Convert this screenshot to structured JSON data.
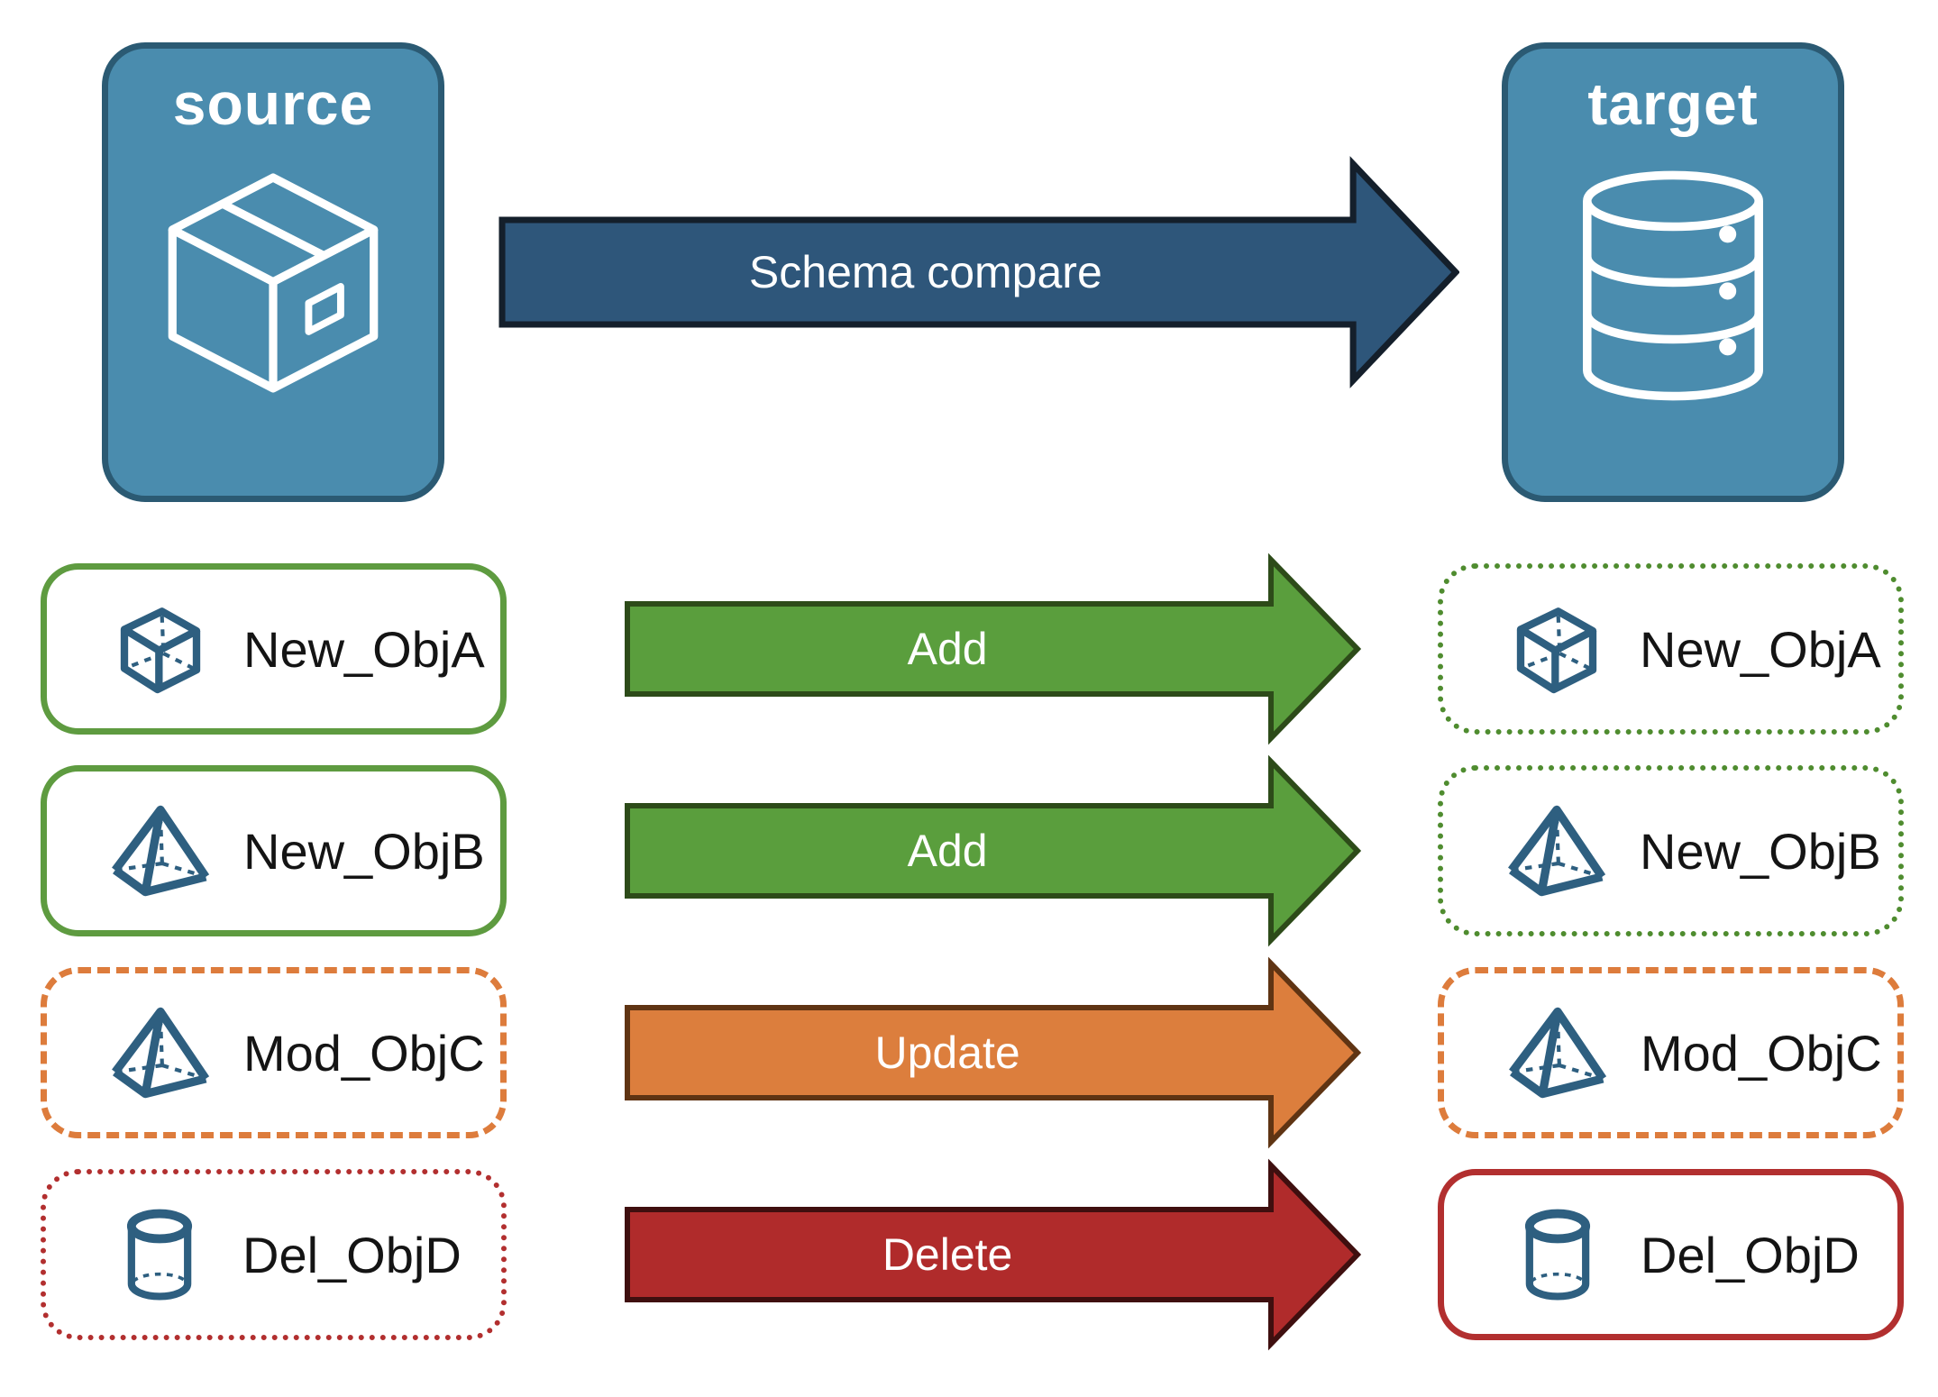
{
  "header": {
    "source": {
      "label": "source",
      "icon": "package-icon"
    },
    "target": {
      "label": "target",
      "icon": "database-icon"
    },
    "arrow": {
      "label": "Schema compare",
      "color": "#2e567a"
    }
  },
  "rows": [
    {
      "left": {
        "label": "New_ObjA",
        "icon": "cube-icon",
        "border_style": "solid",
        "border_color": "#5e9b40"
      },
      "arrow": {
        "label": "Add",
        "color": "#5a9e3d"
      },
      "right": {
        "label": "New_ObjA",
        "icon": "cube-icon",
        "border_style": "dotted",
        "border_color": "#4f8c2f"
      }
    },
    {
      "left": {
        "label": "New_ObjB",
        "icon": "pyramid-icon",
        "border_style": "solid",
        "border_color": "#5e9b40"
      },
      "arrow": {
        "label": "Add",
        "color": "#5a9e3d"
      },
      "right": {
        "label": "New_ObjB",
        "icon": "pyramid-icon",
        "border_style": "dotted",
        "border_color": "#4f8c2f"
      }
    },
    {
      "left": {
        "label": "Mod_ObjC",
        "icon": "pyramid-icon",
        "border_style": "dashed",
        "border_color": "#dd7c3c"
      },
      "arrow": {
        "label": "Update",
        "color": "#dc7e3d"
      },
      "right": {
        "label": "Mod_ObjC",
        "icon": "pyramid-icon",
        "border_style": "dashed",
        "border_color": "#dd7c3c"
      }
    },
    {
      "left": {
        "label": "Del_ObjD",
        "icon": "cylinder-icon",
        "border_style": "dotted",
        "border_color": "#b22f2f"
      },
      "arrow": {
        "label": "Delete",
        "color": "#b02b2b"
      },
      "right": {
        "label": "Del_ObjD",
        "icon": "cylinder-icon",
        "border_style": "solid",
        "border_color": "#b22f2f"
      }
    }
  ],
  "colors": {
    "node_fill": "#4a8cae",
    "node_border": "#2b5a73",
    "dark_arrow": "#2e567a",
    "add_arrow": "#5a9e3d",
    "update_arrow": "#dc7e3d",
    "delete_arrow": "#b02b2b",
    "green_border": "#5e9b40",
    "orange_border": "#dd7c3c",
    "red_border": "#b22f2f",
    "object_icon": "#2e5f80"
  }
}
